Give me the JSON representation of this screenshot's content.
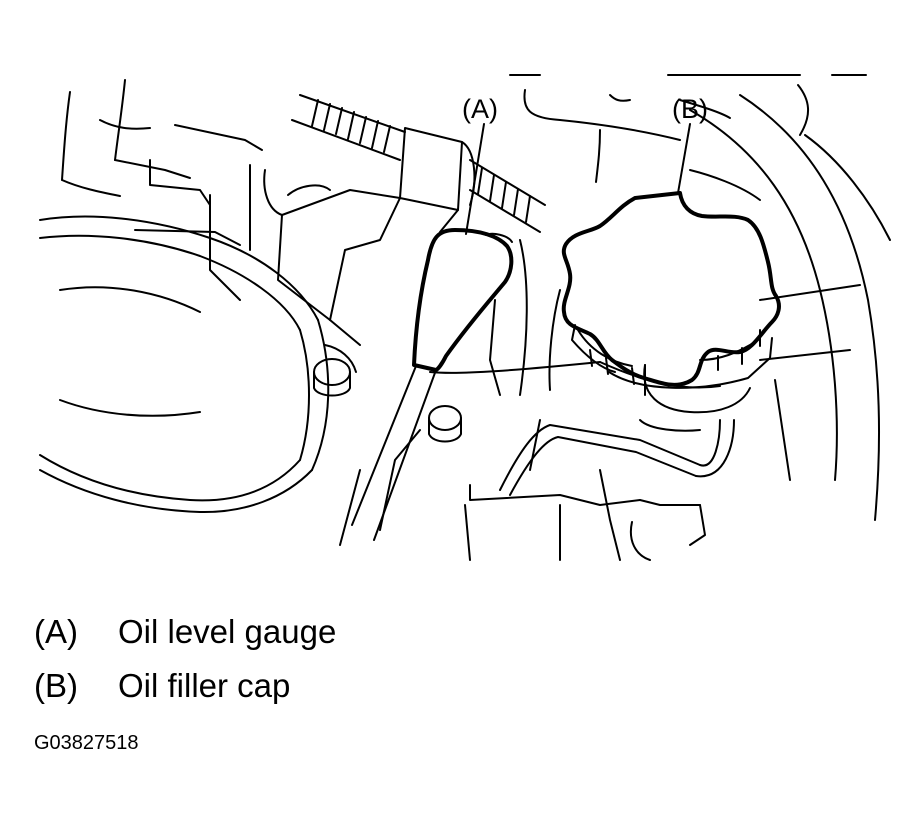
{
  "callouts": [
    {
      "id": "A",
      "label": "(A)"
    },
    {
      "id": "B",
      "label": "(B)"
    }
  ],
  "legend": [
    {
      "key": "(A)",
      "description": "Oil level gauge"
    },
    {
      "key": "(B)",
      "description": "Oil filler cap"
    }
  ],
  "figure_code": "G03827518"
}
